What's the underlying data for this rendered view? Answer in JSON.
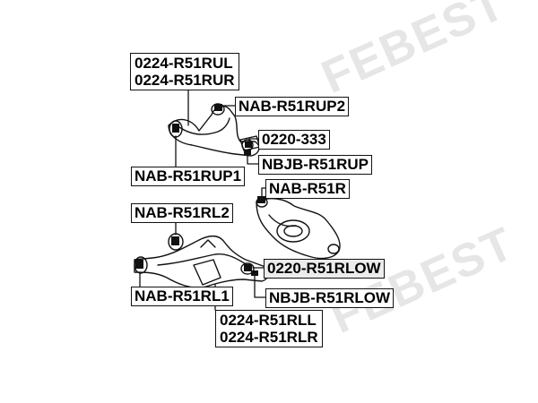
{
  "watermark": "FEBEST",
  "labels": {
    "ul_rr": [
      "0224-R51RUL",
      "0224-R51RUR"
    ],
    "rup2": "NAB-R51RUP2",
    "n333": "0220-333",
    "nbjb_rup": "NBJB-R51RUP",
    "rup1": "NAB-R51RUP1",
    "r51r": "NAB-R51R",
    "rl2": "NAB-R51RL2",
    "rlow": "0220-R51RLOW",
    "rl1": "NAB-R51RL1",
    "nbjb_rlow": "NBJB-R51RLOW",
    "rll_rlr": [
      "0224-R51RLL",
      "0224-R51RLR"
    ]
  },
  "colors": {
    "line": "#111111",
    "watermark": "#e6e6e6",
    "highlight": "#ececec"
  }
}
